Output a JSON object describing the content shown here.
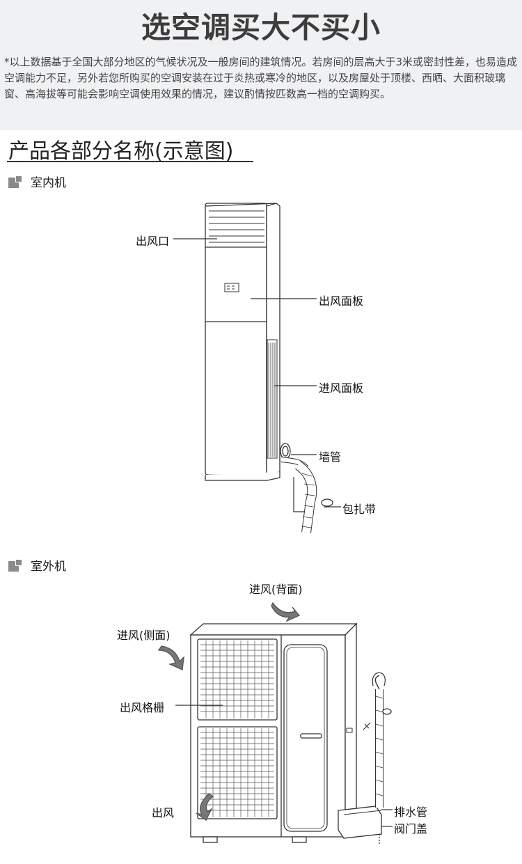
{
  "header": {
    "title": "选空调买大不买小",
    "note": "*以上数据基于全国大部分地区的气候状况及一般房间的建筑情况。若房间的层高大于3米或密封性差，也易造成空调能力不足，另外若您所购买的空调安装在过于炎热或寒冷的地区，以及房屋处于顶楼、西晒、大面积玻璃窗、高海拔等可能会影响空调使用效果的情况，建议酌情按匹数高一档的空调购买。"
  },
  "section": {
    "title": "产品各部分名称(示意图)"
  },
  "indoor": {
    "heading": "室内机",
    "labels": {
      "outlet": "出风口",
      "outlet_panel": "出风面板",
      "inlet_panel": "进风面板",
      "wall_pipe": "墙管",
      "wrap_tape": "包扎带"
    }
  },
  "outdoor": {
    "heading": "室外机",
    "labels": {
      "inlet_back": "进风(背面)",
      "inlet_side": "进风(侧面)",
      "grille": "出风格栅",
      "outlet": "出风",
      "drain_pipe": "排水管",
      "valve_cover": "阀门盖"
    }
  },
  "colors": {
    "top_band": "#f0f1f3",
    "icon_gray": "#8a8a8a",
    "arrow_gray": "#777777"
  }
}
